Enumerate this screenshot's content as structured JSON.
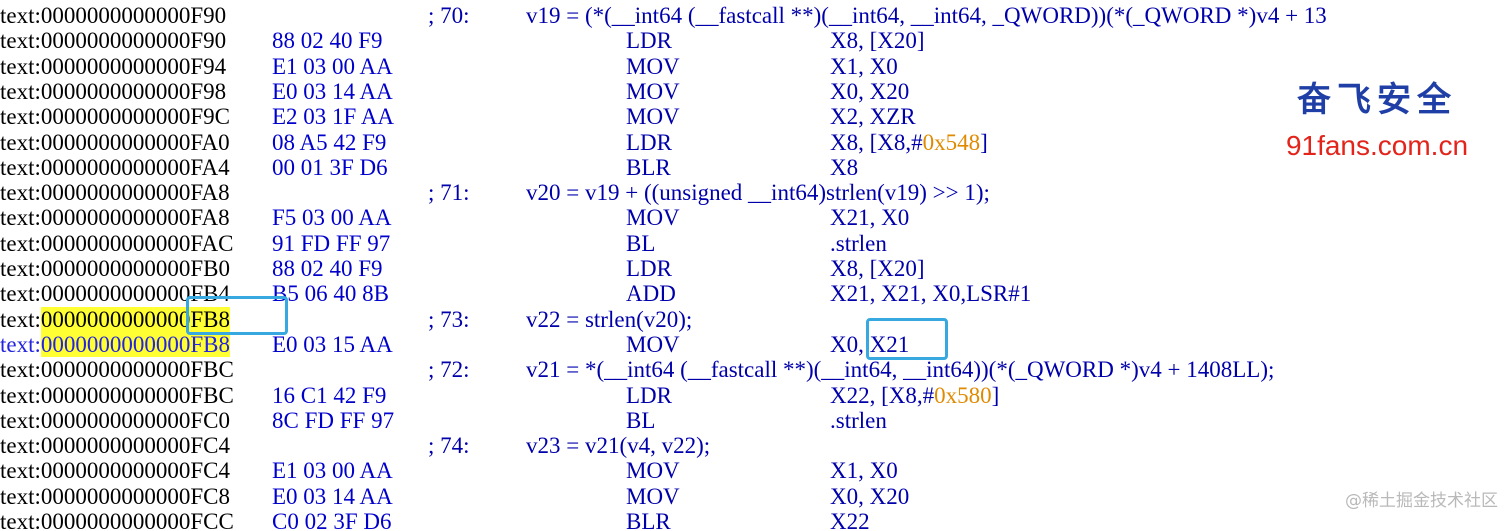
{
  "listing": [
    {
      "seg": "text:",
      "addr": "0000000000000F90",
      "bytes": "",
      "comment": "; 70:",
      "mnem": "v19 = (*(__int64 (__fastcall **)(__int64, __int64, _QWORD))(*(_QWORD *)v4 + 13",
      "ops": ""
    },
    {
      "seg": "text:",
      "addr": "0000000000000F90",
      "bytes": "88 02 40 F9",
      "comment": "",
      "mnem": "LDR",
      "ops": "X8, [X20]"
    },
    {
      "seg": "text:",
      "addr": "0000000000000F94",
      "bytes": "E1 03 00 AA",
      "comment": "",
      "mnem": "MOV",
      "ops": "X1, X0"
    },
    {
      "seg": "text:",
      "addr": "0000000000000F98",
      "bytes": "E0 03 14 AA",
      "comment": "",
      "mnem": "MOV",
      "ops": "X0, X20"
    },
    {
      "seg": "text:",
      "addr": "0000000000000F9C",
      "bytes": "E2 03 1F AA",
      "comment": "",
      "mnem": "MOV",
      "ops": "X2, XZR"
    },
    {
      "seg": "text:",
      "addr": "0000000000000FA0",
      "bytes": "08 A5 42 F9",
      "comment": "",
      "mnem": "LDR",
      "ops": "X8, [X8,#",
      "num": "0x548",
      "ops_tail": "]"
    },
    {
      "seg": "text:",
      "addr": "0000000000000FA4",
      "bytes": "00 01 3F D6",
      "comment": "",
      "mnem": "BLR",
      "ops": "X8"
    },
    {
      "seg": "text:",
      "addr": "0000000000000FA8",
      "bytes": "",
      "comment": "; 71:",
      "mnem": "v20 = v19 + ((unsigned __int64)strlen(v19) >> 1);",
      "ops": ""
    },
    {
      "seg": "text:",
      "addr": "0000000000000FA8",
      "bytes": "F5 03 00 AA",
      "comment": "",
      "mnem": "MOV",
      "ops": "X21, X0"
    },
    {
      "seg": "text:",
      "addr": "0000000000000FAC",
      "bytes": "91 FD FF 97",
      "comment": "",
      "mnem": "BL",
      "ops": ".strlen"
    },
    {
      "seg": "text:",
      "addr": "0000000000000FB0",
      "bytes": "88 02 40 F9",
      "comment": "",
      "mnem": "LDR",
      "ops": "X8, [X20]"
    },
    {
      "seg": "text:",
      "addr": "0000000000000FB4",
      "bytes": "B5 06 40 8B",
      "comment": "",
      "mnem": "ADD",
      "ops": "X21, X21, X0,LSR#1"
    },
    {
      "seg": "text:",
      "addr": "0000000000000FB8",
      "bytes": "",
      "comment": "; 73:",
      "mnem": "v22 = strlen(v20);",
      "ops": "",
      "highlight": true
    },
    {
      "seg": "text:",
      "addr": "0000000000000FB8",
      "bytes": "E0 03 15 AA",
      "comment": "",
      "mnem": "MOV",
      "ops": "X0, X21",
      "highlight": true,
      "blue": true
    },
    {
      "seg": "text:",
      "addr": "0000000000000FBC",
      "bytes": "",
      "comment": "; 72:",
      "mnem": "v21 = *(__int64 (__fastcall **)(__int64, __int64))(*(_QWORD *)v4 + 1408LL);",
      "ops": ""
    },
    {
      "seg": "text:",
      "addr": "0000000000000FBC",
      "bytes": "16 C1 42 F9",
      "comment": "",
      "mnem": "LDR",
      "ops": "X22, [X8,#",
      "num": "0x580",
      "ops_tail": "]"
    },
    {
      "seg": "text:",
      "addr": "0000000000000FC0",
      "bytes": "8C FD FF 97",
      "comment": "",
      "mnem": "BL",
      "ops": ".strlen"
    },
    {
      "seg": "text:",
      "addr": "0000000000000FC4",
      "bytes": "",
      "comment": "; 74:",
      "mnem": "v23 = v21(v4, v22);",
      "ops": ""
    },
    {
      "seg": "text:",
      "addr": "0000000000000FC4",
      "bytes": "E1 03 00 AA",
      "comment": "",
      "mnem": "MOV",
      "ops": "X1, X0"
    },
    {
      "seg": "text:",
      "addr": "0000000000000FC8",
      "bytes": "E0 03 14 AA",
      "comment": "",
      "mnem": "MOV",
      "ops": "X0, X20"
    },
    {
      "seg": "text:",
      "addr": "0000000000000FCC",
      "bytes": "C0 02 3F D6",
      "comment": "",
      "mnem": "BLR",
      "ops": "X22"
    }
  ],
  "watermark": {
    "title": "奋飞安全",
    "url": "91fans.com.cn"
  },
  "footer": {
    "text": "@稀土掘金技术社区"
  },
  "colors": {
    "highlight": "#ffff33",
    "box": "#37a9e0",
    "number": "#e08a00",
    "code_blue": "#0000aa"
  }
}
